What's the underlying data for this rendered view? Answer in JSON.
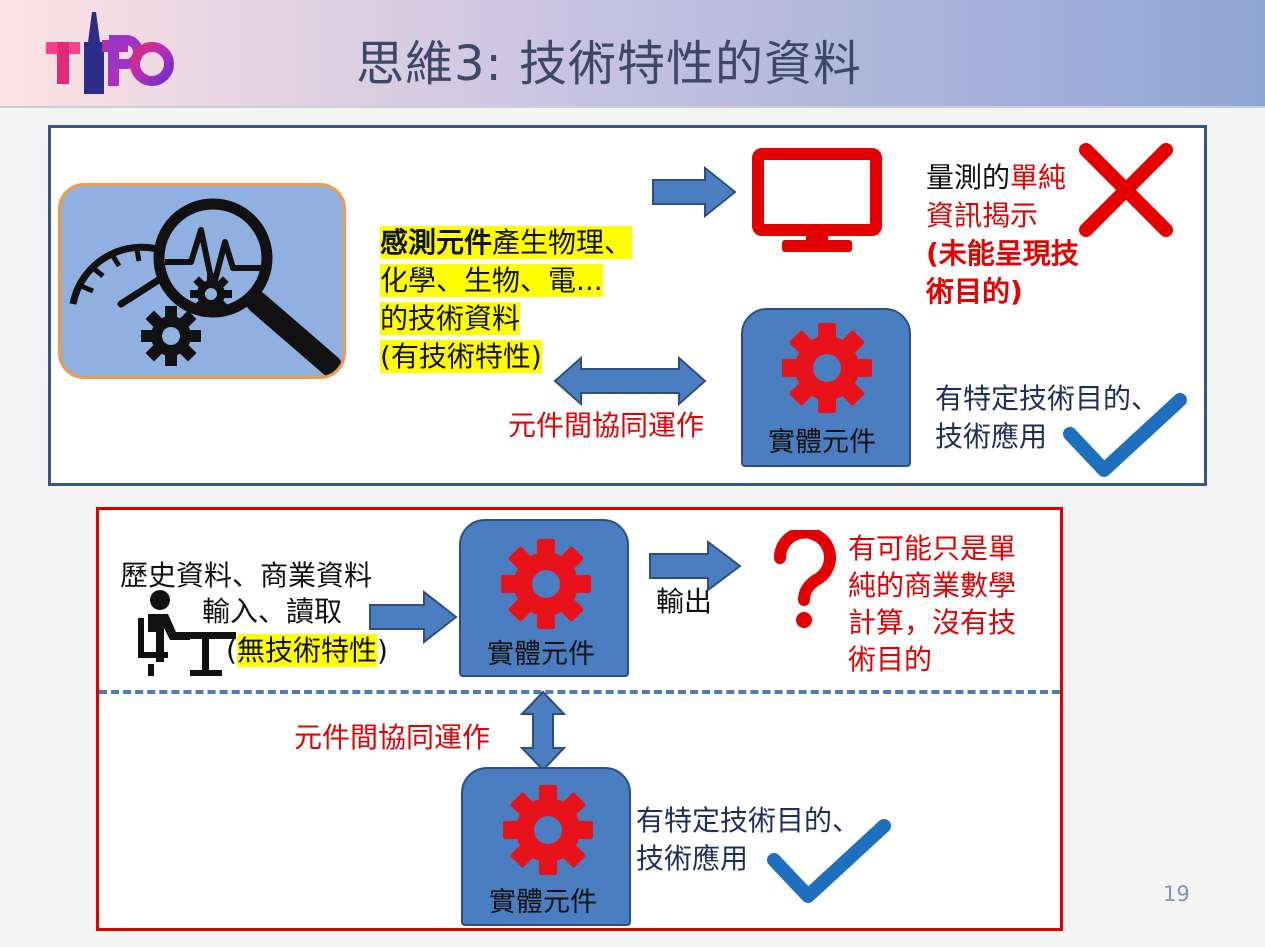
{
  "slide": {
    "title": "思維3: 技術特性的資料",
    "logo_text": "TIPO",
    "page_number": "19"
  },
  "top": {
    "sensor_text": {
      "l1_bold": "感測元件",
      "l1_rest": "產生物理、",
      "l2": "化學、生物、電...",
      "l3": "的技術資料",
      "l4": "(有技術特性)"
    },
    "cooperate": "元件間協同運作",
    "device_label": "實體元件",
    "simple_info": {
      "l1a": "量測的",
      "l1b": "單純",
      "l2": "資訊揭示",
      "l3": "(未能呈現技",
      "l4": "術目的)"
    },
    "purpose": {
      "l1": "有特定技術目的、",
      "l2": "技術應用"
    }
  },
  "bottom": {
    "data_label": "歷史資料、商業資料",
    "io_label": "輸入、讀取",
    "no_tech_open": "(",
    "no_tech_hl": "無技術特性",
    "no_tech_close": ")",
    "device_label_1": "實體元件",
    "output_label": "輸出",
    "maybe": {
      "l1": "有可能只是單",
      "l2": "純的商業數學",
      "l3": "計算，沒有技",
      "l4": "術目的"
    },
    "cooperate": "元件間協同運作",
    "device_label_2": "實體元件",
    "purpose": {
      "l1": "有特定技術目的、",
      "l2": "技術應用"
    }
  },
  "colors": {
    "accent_red": "#e40000",
    "tile_blue": "#4a7ec0",
    "check_blue": "#1f6fbf",
    "arrow_blue": "#4a7ec0",
    "navy_text": "#1f2f5c"
  },
  "icons": [
    "logo-icon",
    "search-gauge-icon",
    "monitor-icon",
    "cross-icon",
    "gear-icon",
    "check-icon",
    "question-icon",
    "worker-desk-icon",
    "arrow-right-icon",
    "arrow-double-icon"
  ]
}
